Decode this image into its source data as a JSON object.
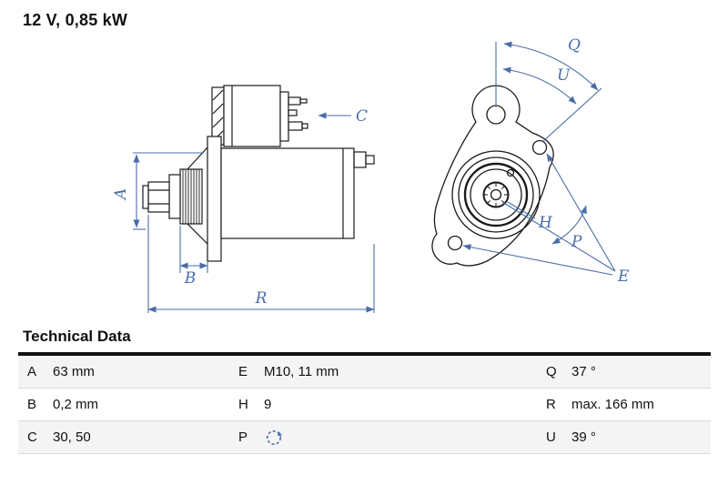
{
  "title": "12 V, 0,85 kW",
  "drawing": {
    "dim_color": "#4a6da8",
    "line_color": "#1a1a1a",
    "labels": {
      "a": "A",
      "b": "B",
      "c": "C",
      "r": "R",
      "q": "Q",
      "u": "U",
      "h": "H",
      "p": "P",
      "e": "E"
    }
  },
  "technical_data": {
    "heading": "Technical Data",
    "rows": [
      {
        "pairs": [
          {
            "key": "A",
            "value": "63 mm"
          },
          {
            "key": "E",
            "value": "M10, 11 mm"
          },
          {
            "key": "Q",
            "value": "37 °"
          }
        ]
      },
      {
        "pairs": [
          {
            "key": "B",
            "value": "0,2 mm"
          },
          {
            "key": "H",
            "value": "9"
          },
          {
            "key": "R",
            "value": "max. 166 mm"
          }
        ]
      },
      {
        "pairs": [
          {
            "key": "C",
            "value": "30, 50"
          },
          {
            "key": "P",
            "value_icon": "rotation-ccw-icon"
          },
          {
            "key": "U",
            "value": "39 °"
          }
        ]
      }
    ]
  }
}
